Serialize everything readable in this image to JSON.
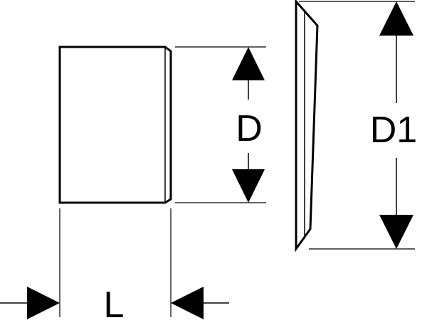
{
  "labels": {
    "length": "L",
    "diameter": "D",
    "outer_diameter": "D1"
  },
  "colors": {
    "stroke": "#000000",
    "background": "#ffffff"
  }
}
